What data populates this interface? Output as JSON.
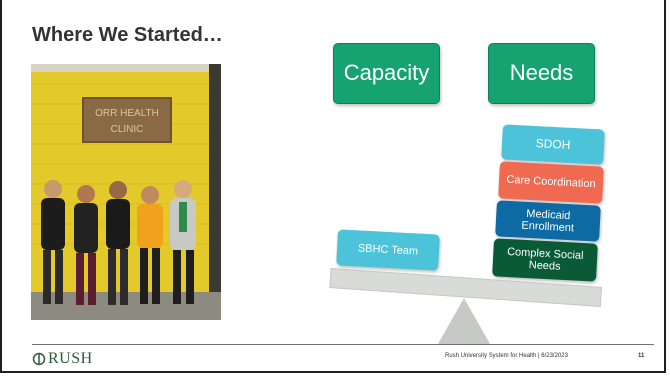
{
  "slide": {
    "title": "Where We Started…",
    "sign_text": "ORR HEALTH CLINIC",
    "capacity_label": "Capacity",
    "needs_label": "Needs",
    "team_label": "SBHC Team",
    "needs_items": [
      {
        "label": "SDOH",
        "color": "#4cc3d9"
      },
      {
        "label": "Care Coordination",
        "color": "#ef6a50"
      },
      {
        "label": "Medicaid Enrollment",
        "color": "#0d6aa2"
      },
      {
        "label": "Complex Social Needs",
        "color": "#0b5a36"
      }
    ],
    "colors": {
      "green": "#16a36f",
      "light_blue": "#4cc3d9",
      "beam": "#d9dbd9"
    }
  },
  "footer": {
    "logo_text": "RUSH",
    "org_date": "Rush University System for Health | 6/23/2023",
    "page": "11"
  }
}
